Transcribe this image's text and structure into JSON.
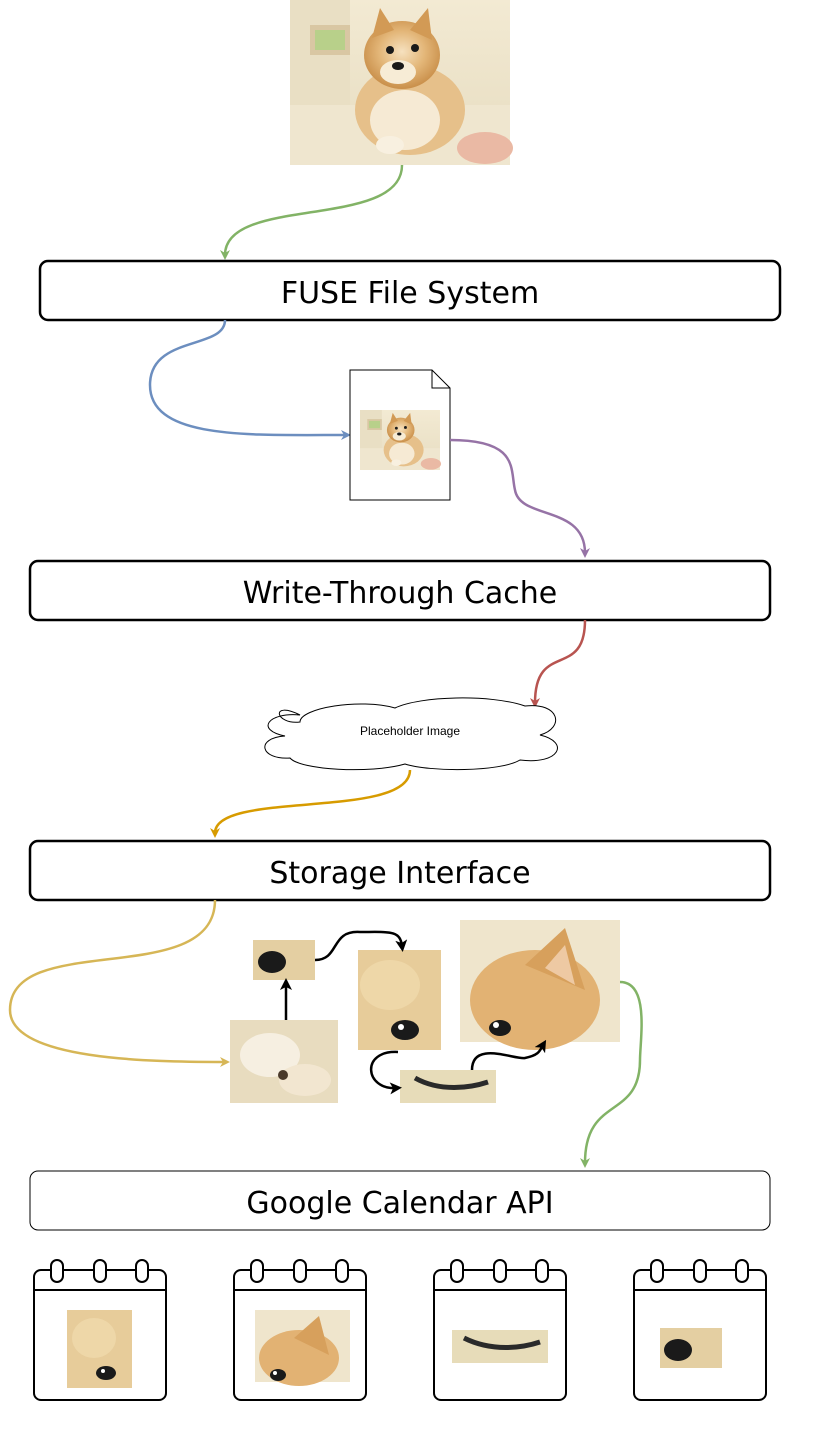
{
  "layers": {
    "fuse": "FUSE File System",
    "cache": "Write-Through Cache",
    "storage": "Storage Interface",
    "gcal": "Google Calendar API"
  },
  "cloud": {
    "label": "Placeholder Image"
  },
  "image": {
    "subject": "shiba inu dog photo",
    "icon": "doge-photo"
  },
  "calendars": [
    {
      "icon": "calendar-icon",
      "fragment": "eye-fragment"
    },
    {
      "icon": "calendar-icon",
      "fragment": "ear-fragment"
    },
    {
      "icon": "calendar-icon",
      "fragment": "mouth-fragment"
    },
    {
      "icon": "calendar-icon",
      "fragment": "nose-fragment"
    }
  ],
  "colors": {
    "green": "#82b366",
    "blue": "#6c8ebf",
    "purple": "#9673a6",
    "red": "#b85450",
    "gold": "#d79b00",
    "sand": "#d6b656",
    "green_out": "#82b366"
  }
}
